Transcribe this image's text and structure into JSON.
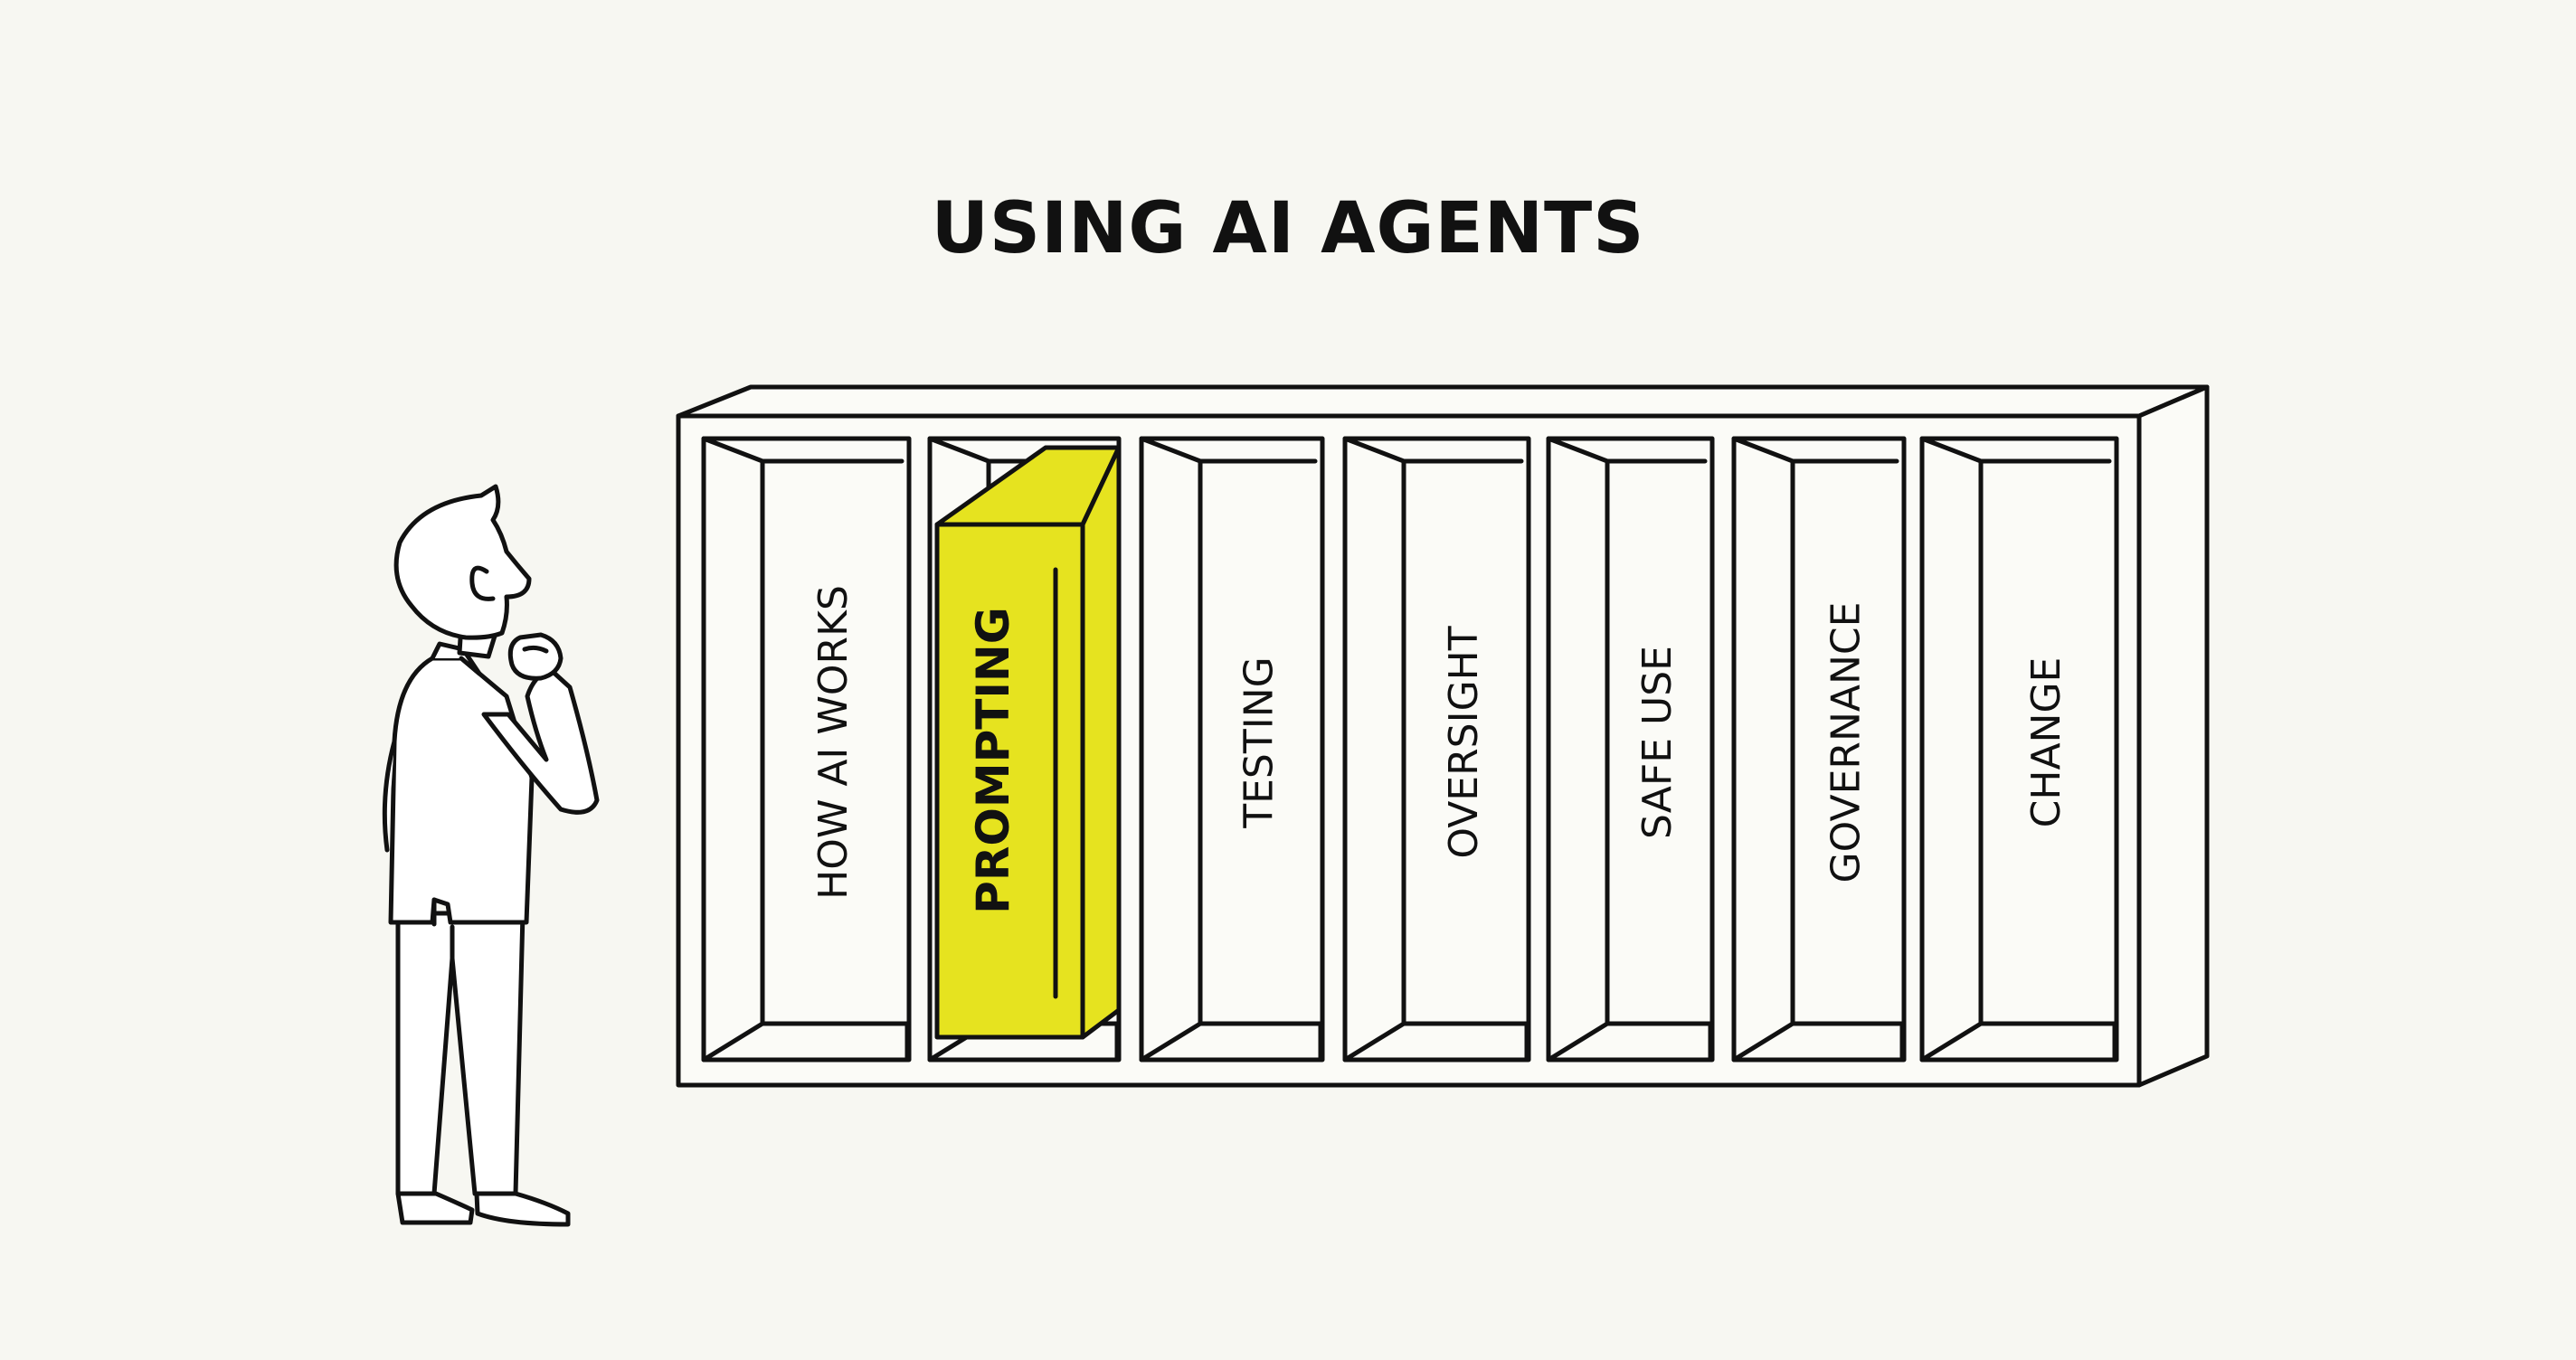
{
  "title": "USING AI AGENTS",
  "highlight_color": "#e6e31f",
  "ink_color": "#111111",
  "books": [
    {
      "label": "HOW AI WORKS",
      "highlighted": false
    },
    {
      "label": "PROMPTING",
      "highlighted": true
    },
    {
      "label": "TESTING",
      "highlighted": false
    },
    {
      "label": "OVERSIGHT",
      "highlighted": false
    },
    {
      "label": "SAFE USE",
      "highlighted": false
    },
    {
      "label": "GOVERNANCE",
      "highlighted": false
    },
    {
      "label": "CHANGE",
      "highlighted": false
    }
  ]
}
